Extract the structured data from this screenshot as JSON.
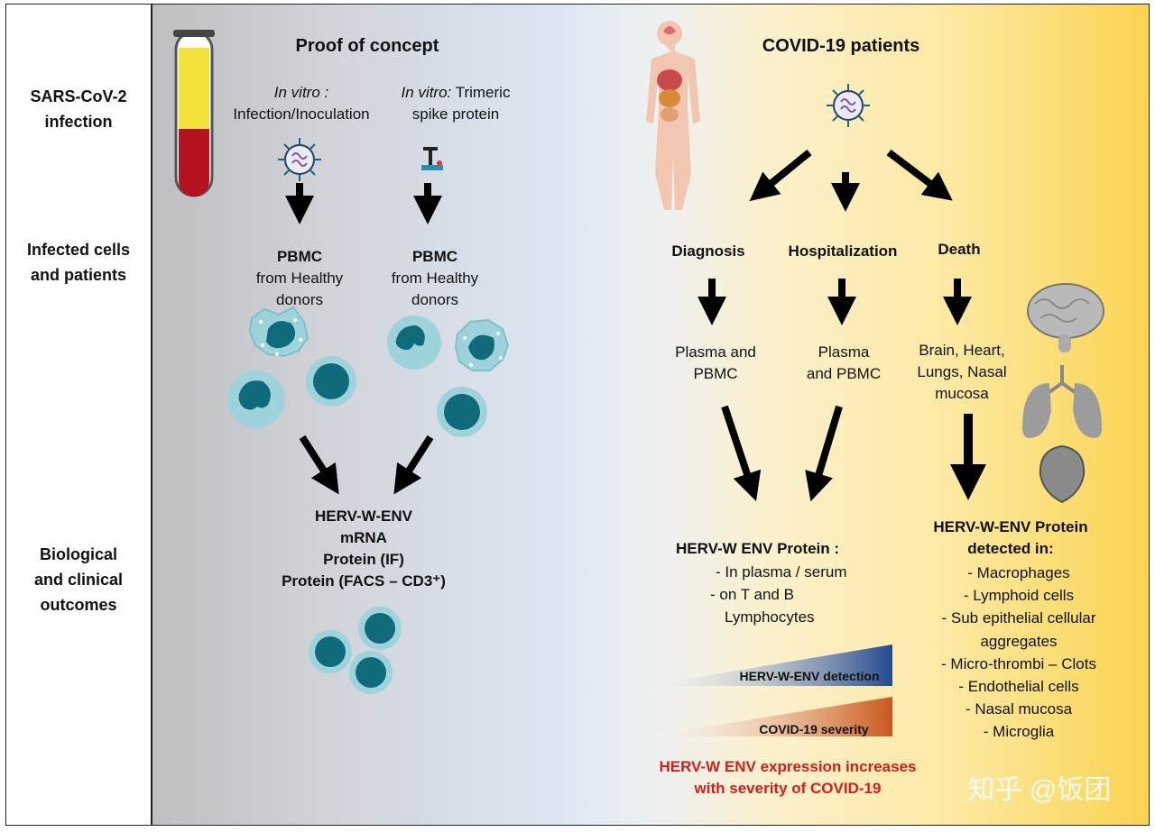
{
  "row_labels": {
    "infection": [
      "SARS-CoV-2",
      "infection"
    ],
    "cells": [
      "Infected cells",
      "and patients"
    ],
    "outcomes": [
      "Biological",
      "and clinical",
      "outcomes"
    ]
  },
  "left_panel": {
    "title": "Proof of concept",
    "col1": {
      "italic": "In vitro :",
      "text": "Infection/Inoculation",
      "pbmc": "PBMC",
      "pbmc_sub": [
        "from Healthy",
        "donors"
      ]
    },
    "col2": {
      "italic": "In vitro:",
      "text1": " Trimeric",
      "text2": "spike protein",
      "pbmc": "PBMC",
      "pbmc_sub": [
        "from Healthy",
        "donors"
      ]
    },
    "outcome": [
      "HERV-W-ENV",
      "mRNA",
      "Protein (IF)",
      "Protein (FACS – CD3⁺)"
    ]
  },
  "right_panel": {
    "title": "COVID-19 patients",
    "branches": {
      "diagnosis": "Diagnosis",
      "hospitalization": "Hospitalization",
      "death": "Death"
    },
    "samples": {
      "diagnosis": [
        "Plasma and",
        "PBMC"
      ],
      "hospitalization": [
        "Plasma",
        "and PBMC"
      ],
      "death": [
        "Brain, Heart,",
        "Lungs, Nasal",
        "mucosa"
      ]
    },
    "protein_header": "HERV-W ENV Protein :",
    "protein_items": [
      "-    In plasma / serum",
      "-    on T and B",
      "Lymphocytes"
    ],
    "detection_label": "HERV-W-ENV detection",
    "severity_label": "COVID-19 severity",
    "conclusion": [
      "HERV-W ENV expression increases",
      "with severity of COVID-19"
    ],
    "detected_header": [
      "HERV-W-ENV Protein",
      "detected in:"
    ],
    "detected_items": [
      "- Macrophages",
      "- Lymphoid cells",
      "- Sub epithelial cellular",
      "aggregates",
      "- Micro-thrombi – Clots",
      "- Endothelial cells",
      "- Nasal mucosa",
      "- Microglia"
    ]
  },
  "watermark": "知乎 @饭团",
  "colors": {
    "cell_teal": "#0f6b7c",
    "cell_light": "#9fd3dc",
    "detection_blue": "#23498f",
    "severity_orange": "#c9571c",
    "conclusion_red": "#d41c1c"
  }
}
